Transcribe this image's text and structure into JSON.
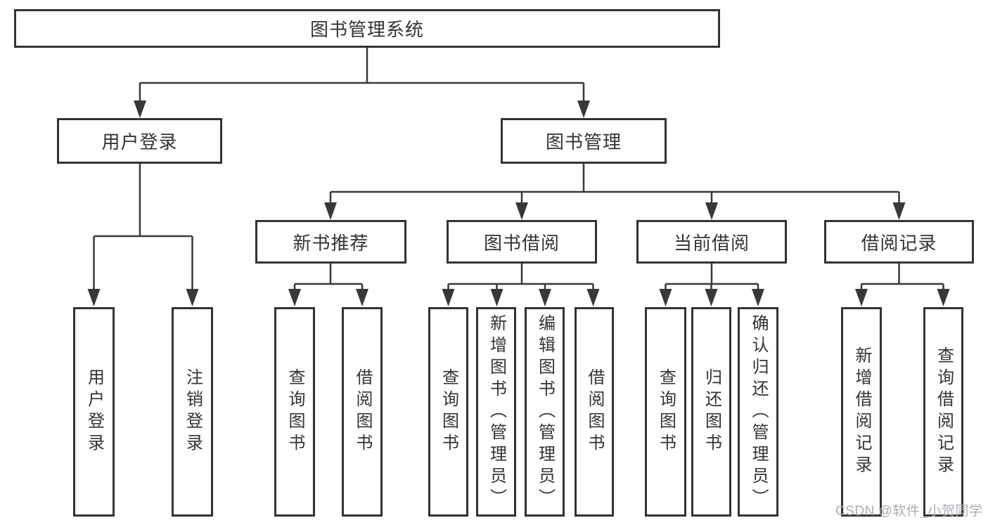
{
  "tree": {
    "root": "图书管理系统",
    "branches": [
      {
        "label": "用户登录",
        "leaves": [
          "用户登录",
          "注销登录"
        ]
      },
      {
        "label": "图书管理",
        "sections": [
          {
            "label": "新书推荐",
            "leaves": [
              "查询图书",
              "借阅图书"
            ]
          },
          {
            "label": "图书借阅",
            "leaves": [
              "查询图书",
              "新增图书（管理员）",
              "编辑图书（管理员）",
              "借阅图书"
            ]
          },
          {
            "label": "当前借阅",
            "leaves": [
              "查询图书",
              "归还图书",
              "确认归还（管理员）"
            ]
          },
          {
            "label": "借阅记录",
            "leaves": [
              "新增借阅记录",
              "查询借阅记录"
            ]
          }
        ]
      }
    ]
  },
  "watermark": {
    "text": "CSDN @软件_小贺同学"
  },
  "colors": {
    "line": "#383838",
    "box_border": "#333333",
    "text": "#333333",
    "watermark": "#a9aeb3",
    "background": "#ffffff"
  }
}
